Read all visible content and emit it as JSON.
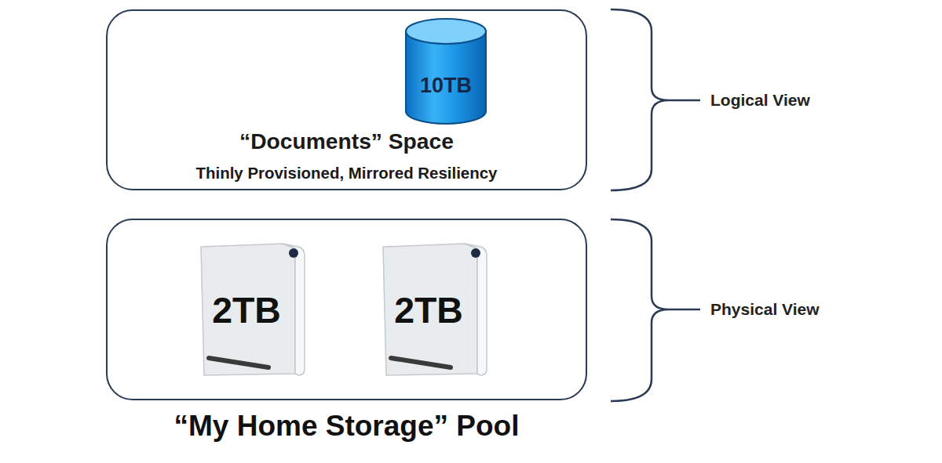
{
  "diagram": {
    "nodes": [
      {
        "text": [
          "“Documents” Space",
          "Thinly Provisioned, Mirrored Resiliency"
        ]
      },
      {
        "text": [
          "10TB"
        ],
        "in": 0
      },
      {
        "text": [
          "“My Home Storage” Pool"
        ]
      },
      {
        "text": [
          "2TB"
        ],
        "in": 2
      },
      {
        "text": [
          "2TB"
        ],
        "in": 2
      }
    ],
    "labels": [
      "Logical View",
      "Physical View"
    ]
  }
}
